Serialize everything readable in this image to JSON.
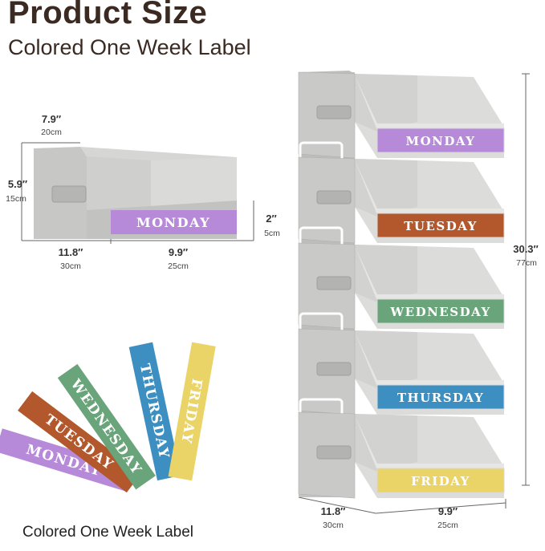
{
  "header": {
    "title": "Product Size",
    "subtitle": "Colored One Week Label"
  },
  "single_bin": {
    "label": "MONDAY",
    "dims": {
      "width": {
        "main": "7.9″",
        "sub": "20cm"
      },
      "height": {
        "main": "5.9″",
        "sub": "15cm"
      },
      "front_height": {
        "main": "2″",
        "sub": "5cm"
      },
      "depth": {
        "main": "11.8″",
        "sub": "30cm"
      },
      "opening": {
        "main": "9.9″",
        "sub": "25cm"
      }
    }
  },
  "stack": {
    "labels": [
      "MONDAY",
      "TUESDAY",
      "WEDNESDAY",
      "THURSDAY",
      "FRIDAY"
    ],
    "dims": {
      "total_height": {
        "main": "30.3″",
        "sub": "77cm"
      },
      "depth": {
        "main": "11.8″",
        "sub": "30cm"
      },
      "opening": {
        "main": "9.9″",
        "sub": "25cm"
      }
    }
  },
  "fan": {
    "labels": [
      "MONDAY",
      "TUESDAY",
      "WEDNESDAY",
      "THURSDAY",
      "FRIDAY"
    ],
    "caption": "Colored One Week Label"
  },
  "colors": {
    "monday": "#b68ad8",
    "tuesday": "#b2582c",
    "wednesday": "#6aa47a",
    "thursday": "#3d8fc2",
    "friday": "#ead468",
    "bin_gray": "#c9c9c8",
    "bin_light": "#dcdcdb",
    "bin_dark": "#a9a9a8"
  }
}
